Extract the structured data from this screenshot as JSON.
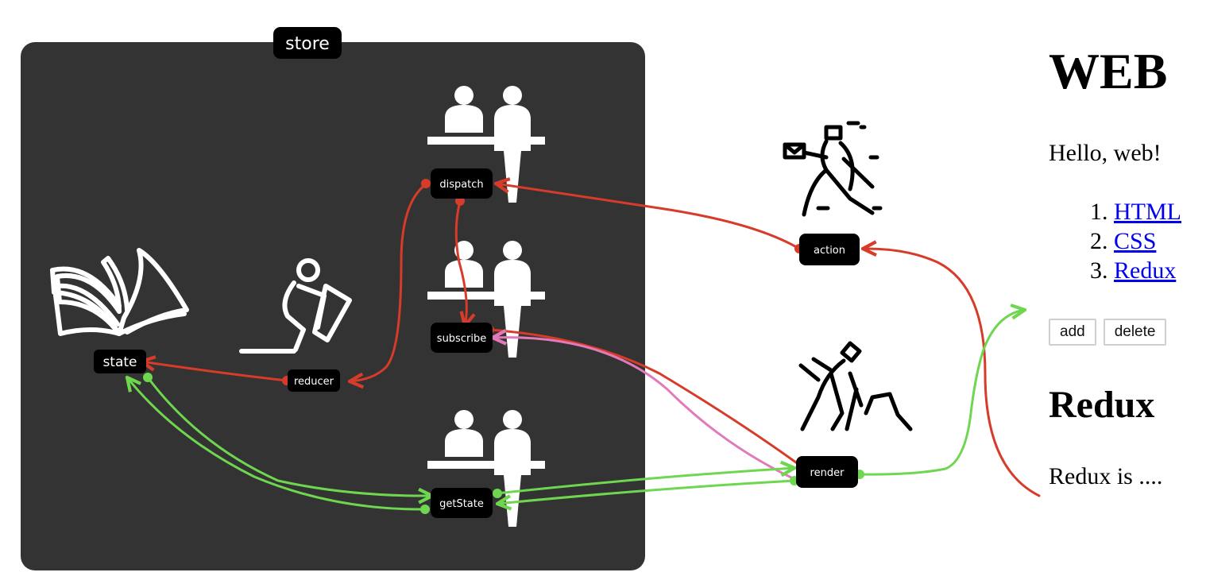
{
  "diagram": {
    "store_label": "store",
    "nodes": {
      "state": "state",
      "reducer": "reducer",
      "dispatch": "dispatch",
      "subscribe": "subscribe",
      "getState": "getState",
      "action": "action",
      "render": "render"
    },
    "colors": {
      "store_bg": "#333333",
      "dispatch_flow": "#d73b2a",
      "getstate_flow": "#6fd650",
      "subscribe_flow": "#e27ab9"
    }
  },
  "web": {
    "title": "WEB",
    "greeting": "Hello, web!",
    "links": [
      "HTML",
      "CSS",
      "Redux"
    ],
    "buttons": {
      "add": "add",
      "delete": "delete"
    },
    "section_title": "Redux",
    "section_text": "Redux is ...."
  }
}
